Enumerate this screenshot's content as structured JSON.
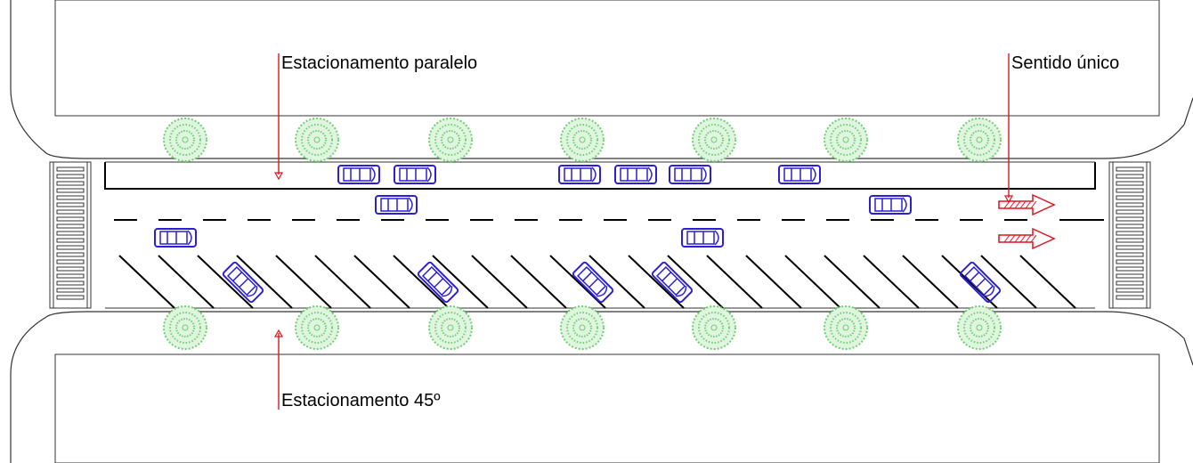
{
  "labels": {
    "parallel_parking": "Estacionamento paralelo",
    "one_way": "Sentido único",
    "angled_parking": "Estacionamento 45º"
  },
  "colors": {
    "car": "#2b1fd6",
    "tree": "#6fd06f",
    "leader": "#e0141e",
    "arrow": "#e0141e",
    "lines": "#000000",
    "kerb": "#333333"
  },
  "icons": {
    "car": "car-icon",
    "tree": "tree-icon",
    "direction_arrow": "direction-arrow-icon",
    "crosswalk": "crosswalk-icon"
  },
  "counts": {
    "trees_per_sidewalk": 7,
    "parked_cars_parallel": 6,
    "driving_cars": 4,
    "parked_cars_45deg": 5
  }
}
